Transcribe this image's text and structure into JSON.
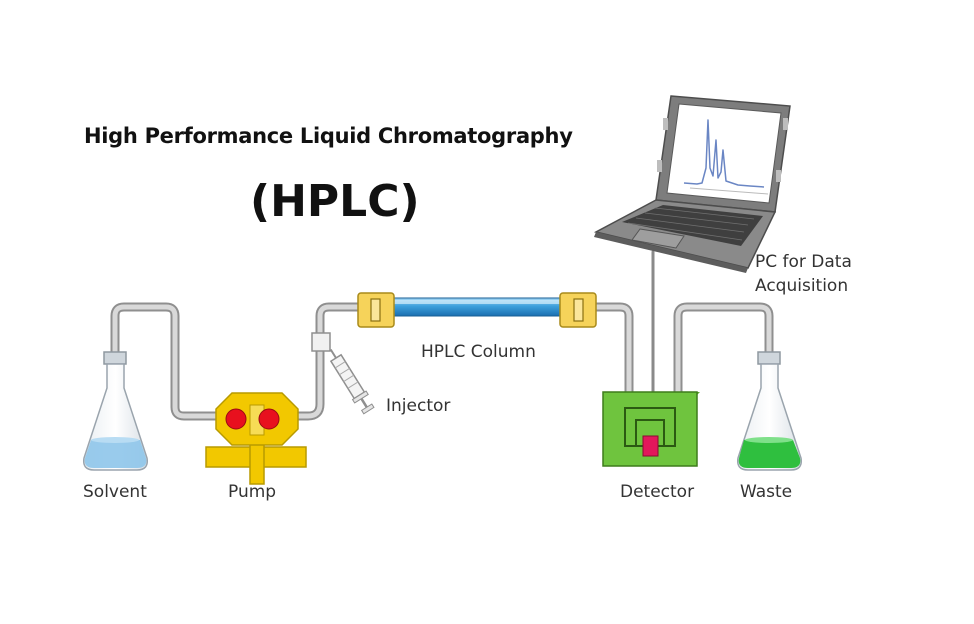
{
  "title": "High Performance Liquid Chromatography",
  "subtitle": "(HPLC)",
  "labels": {
    "solvent": "Solvent",
    "pump": "Pump",
    "injector": "Injector",
    "column": "HPLC Column",
    "detector": "Detector",
    "waste": "Waste",
    "pc_line1": "PC for Data",
    "pc_line2": "Acquisition"
  },
  "colors": {
    "tubing": "#b8b8b8",
    "solvent_liquid": "#8ec5ea",
    "waste_liquid": "#2fbf3f",
    "pump": "#f2c800",
    "pump_heads": "#e8101e",
    "column_glass": "#3ea0dc",
    "column_fittings": "#f6d35a",
    "detector_body": "#6fc43e",
    "detector_cell": "#e2185b"
  }
}
